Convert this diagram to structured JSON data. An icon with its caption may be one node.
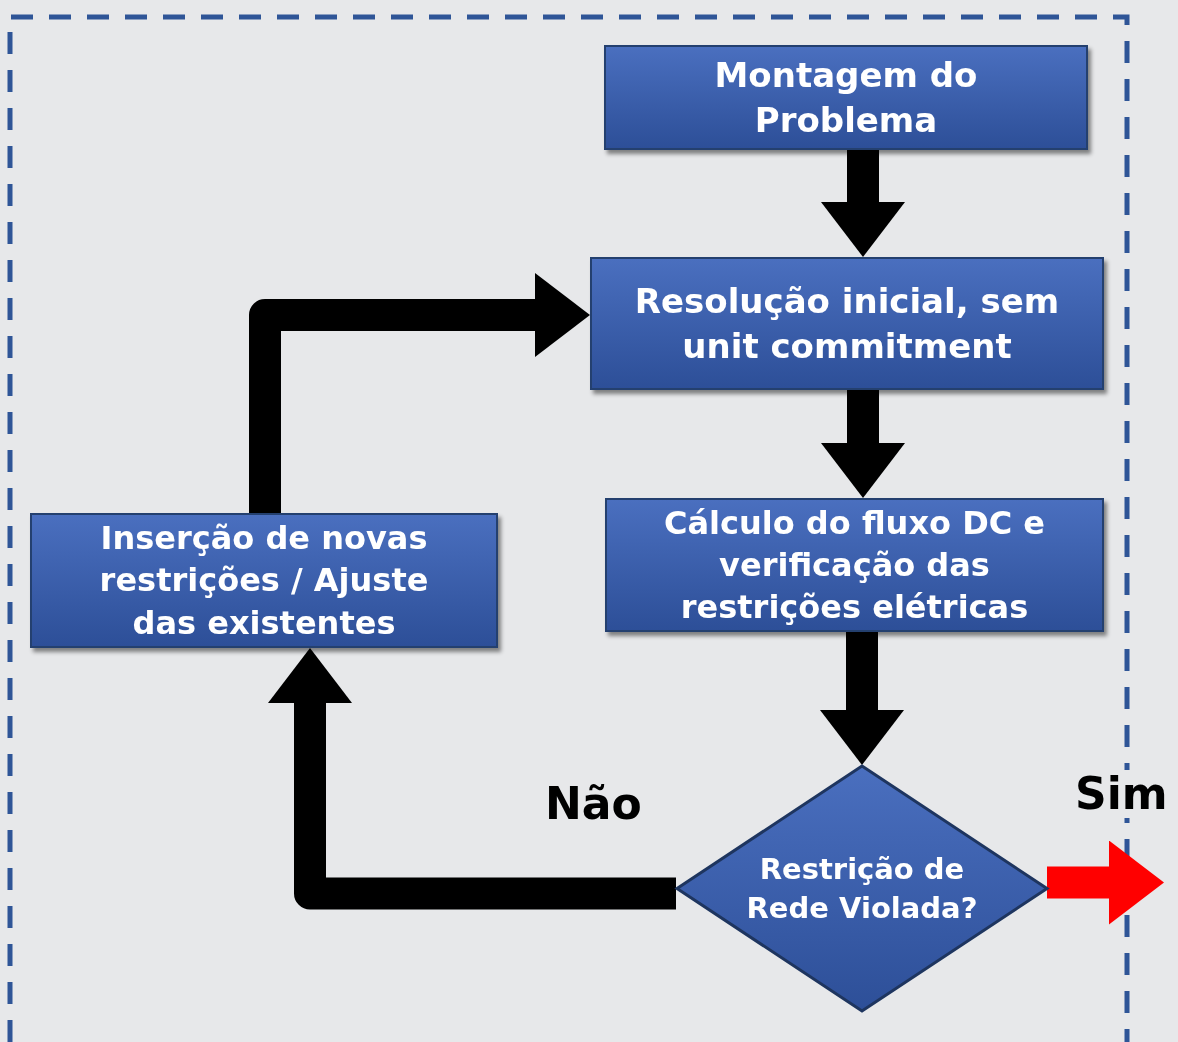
{
  "diagram": {
    "nodes": [
      {
        "text": [
          "Montagem do Problema"
        ]
      },
      {
        "text": [
          "Resolução inicial, sem unit commitment"
        ]
      },
      {
        "text": [
          "Cálculo do fluxo DC e verificação das restrições elétricas"
        ]
      },
      {
        "text": [
          "Restrição de Rede Violada?"
        ]
      },
      {
        "text": [
          "Inserção de novas restrições / Ajuste das existentes"
        ]
      }
    ],
    "edges": [
      {
        "from": 0,
        "to": 1,
        "arrow": "to"
      },
      {
        "from": 1,
        "to": 2,
        "arrow": "to"
      },
      {
        "from": 2,
        "to": 3,
        "arrow": "to"
      },
      {
        "from": 3,
        "to": 4,
        "arrow": "to",
        "label": "Não"
      },
      {
        "from": 4,
        "to": 1,
        "arrow": "to"
      },
      {
        "from": 3,
        "to": null,
        "arrow": "to",
        "label": "Sim",
        "color": "#ff0000"
      }
    ]
  }
}
